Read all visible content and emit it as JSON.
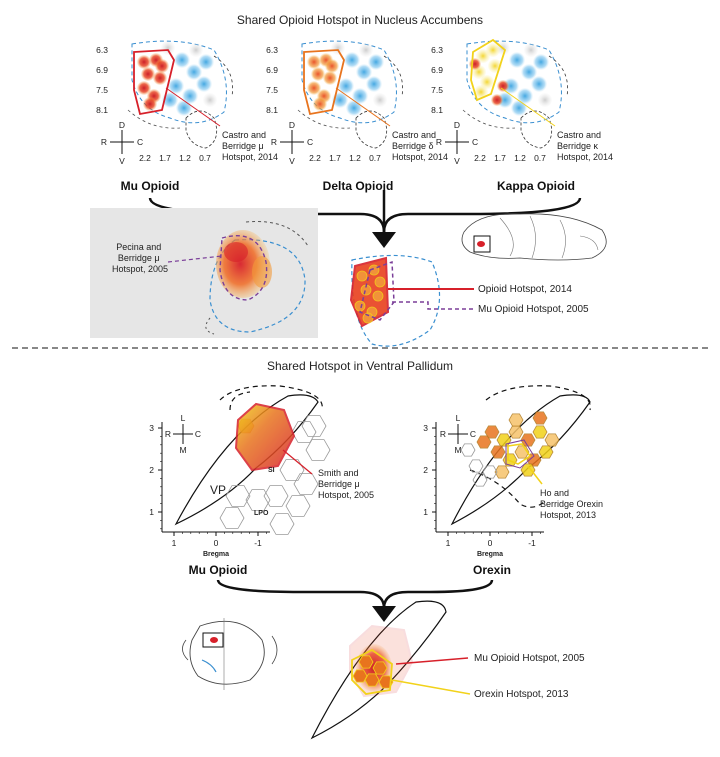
{
  "nac": {
    "title": "Shared Opioid Hotspot in Nucleus Accumbens",
    "y_ticks": [
      "6.3",
      "6.9",
      "7.5",
      "8.1"
    ],
    "x_ticks": [
      "2.2",
      "1.7",
      "1.2",
      "0.7"
    ],
    "orientation": {
      "up": "D",
      "down": "V",
      "left": "R",
      "right": "C"
    },
    "panels": [
      {
        "name": "Mu Opioid",
        "note": [
          "Castro and",
          "Berridge μ",
          "Hotspot, 2014"
        ],
        "color": "#d7202a"
      },
      {
        "name": "Delta Opioid",
        "note": [
          "Castro and",
          "Berridge δ",
          "Hotspot, 2014"
        ],
        "color": "#e8741e"
      },
      {
        "name": "Kappa Opioid",
        "note": [
          "Castro and",
          "Berridge κ",
          "Hotspot, 2014"
        ],
        "color": "#f2d21a"
      }
    ],
    "inset_note": [
      "Pecina and",
      "Berridge μ",
      "Hotspot, 2005"
    ],
    "legend": {
      "opioid_2014": "Opioid Hotspot, 2014",
      "mu_2005": "Mu Opioid Hotspot, 2005"
    }
  },
  "vp": {
    "title": "Shared Hotspot in Ventral Pallidum",
    "y_ticks": [
      "3",
      "2",
      "1"
    ],
    "x_ticks": [
      "1",
      "0",
      "-1"
    ],
    "x_label": "Bregma",
    "orientation": {
      "up": "L",
      "down": "M",
      "left": "R",
      "right": "C"
    },
    "region_labels": {
      "vp": "VP",
      "si": "SI",
      "lpo": "LPO"
    },
    "panels": [
      {
        "name": "Mu Opioid",
        "note": [
          "Smith and",
          "Berridge μ",
          "Hotspot, 2005"
        ]
      },
      {
        "name": "Orexin",
        "note": [
          "Ho and",
          "Berridge Orexin",
          "Hotspot, 2013"
        ]
      }
    ],
    "legend": {
      "mu_2005": "Mu Opioid Hotspot, 2005",
      "orexin_2013": "Orexin Hotspot, 2013"
    }
  },
  "colors": {
    "red": "#d7202a",
    "orange": "#e8741e",
    "yellow": "#f2d21a",
    "blue": "#3a8fd0",
    "purple": "#7b3f99"
  }
}
